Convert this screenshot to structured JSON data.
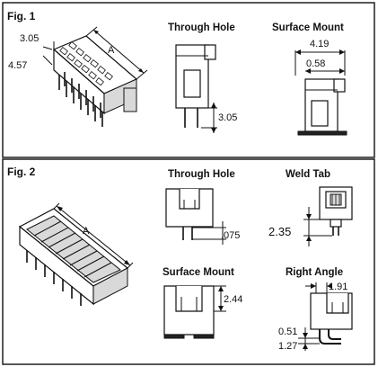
{
  "fig1": {
    "title": "Fig. 1",
    "dims": {
      "width_label": "A",
      "top_label": "3.05",
      "height_label": "4.57"
    },
    "through_hole": {
      "title": "Through Hole",
      "pin_label": "3.05"
    },
    "surface_mount": {
      "title": "Surface Mount",
      "width_label": "4.19",
      "offset_label": "0.58"
    }
  },
  "fig2": {
    "title": "Fig. 2",
    "dims": {
      "width_label": "A"
    },
    "through_hole": {
      "title": "Through Hole",
      "pin_label": ".075"
    },
    "weld_tab": {
      "title": "Weld Tab",
      "height_label": "2.35"
    },
    "surface_mount": {
      "title": "Surface Mount",
      "height_label": "2.44"
    },
    "right_angle": {
      "title": "Right Angle",
      "width_label": "1.91",
      "label_a": "0.51",
      "label_b": "1.27"
    }
  }
}
